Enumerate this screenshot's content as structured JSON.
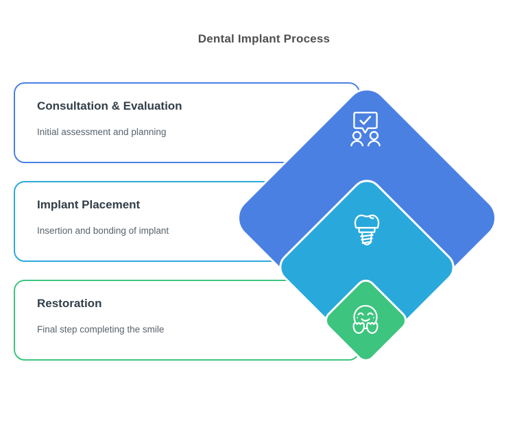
{
  "diagram": {
    "title": "Dental Implant Process"
  },
  "colors": {
    "background": "#ffffff",
    "title_text": "#4f4f4f",
    "card_title_text": "#323e48",
    "card_subtitle_text": "#57626b",
    "card_background": "#ffffff",
    "diamond_outline": "#ffffff",
    "icon_stroke": "#ffffff"
  },
  "steps": [
    {
      "title": "Consultation & Evaluation",
      "subtitle": "Initial assessment and planning",
      "accent": "#4a80e2",
      "icon": "consultation-people-checkmark-icon"
    },
    {
      "title": "Implant Placement",
      "subtitle": "Insertion and bonding of implant",
      "accent": "#29a9db",
      "icon": "dental-implant-icon"
    },
    {
      "title": "Restoration",
      "subtitle": "Final step completing the smile",
      "accent": "#3dc47e",
      "icon": "smiling-face-hands-icon"
    }
  ]
}
